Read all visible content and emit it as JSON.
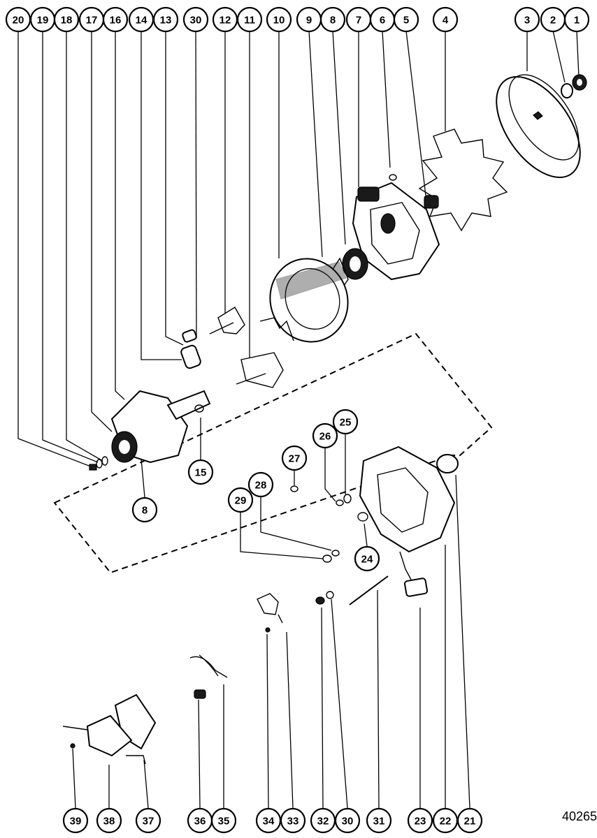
{
  "figure_number": "40265",
  "callouts": {
    "top": [
      "20",
      "19",
      "18",
      "17",
      "16",
      "14",
      "13",
      "30",
      "12",
      "11",
      "10",
      "9",
      "8",
      "7",
      "6",
      "5",
      "4",
      "3",
      "2",
      "1"
    ],
    "middle": [
      "8",
      "15",
      "27",
      "26",
      "25",
      "29",
      "28",
      "24"
    ],
    "bottom": [
      "39",
      "38",
      "37",
      "36",
      "35",
      "34",
      "33",
      "32",
      "30",
      "31",
      "23",
      "22",
      "21"
    ]
  }
}
